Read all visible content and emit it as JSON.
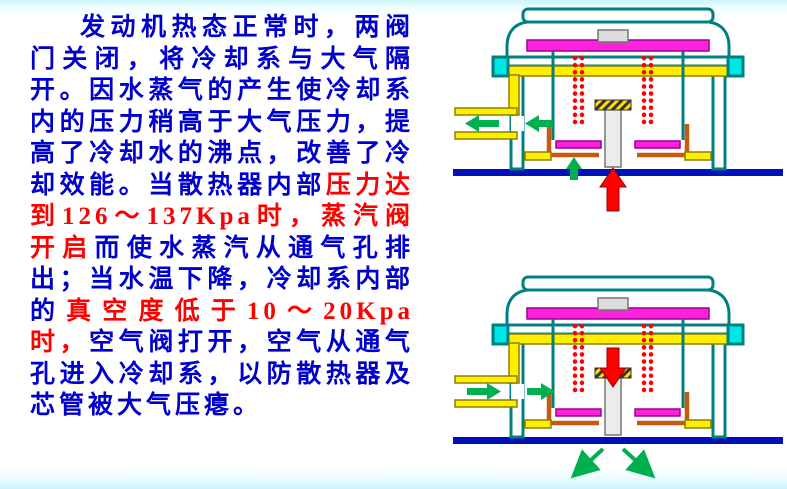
{
  "palette": {
    "text_blue": "#0000CC",
    "text_red": "#FF0000",
    "background_edge": "#C8F4FA",
    "diagram_teal": "#008080",
    "diagram_yellow": "#FFEE00",
    "diagram_olive": "#8B8000",
    "diagram_cyan": "#00E5E5",
    "diagram_magenta": "#FF22DD",
    "diagram_purple": "#990099",
    "diagram_orange": "#C55A11",
    "diagram_blue_base": "#0011BB",
    "arrow_red": "#FF0000",
    "arrow_green": "#00B050"
  },
  "text": {
    "segments": [
      {
        "color": "blue",
        "text": "发动机热态正常时，两阀门关闭，将冷却系与大气隔开。因水蒸气的产生使冷却系内的压力稍高于大气压力，提高了冷却水的沸点，改善了冷却效能。当散热器内部"
      },
      {
        "color": "red",
        "text": "压力达到126～137Kpa时，蒸汽阀开启"
      },
      {
        "color": "blue",
        "text": "而使水蒸汽从通气孔排出；当水温下降，冷却系内部的"
      },
      {
        "color": "red",
        "text": "真空度低于10～20Kpa时，"
      },
      {
        "color": "blue",
        "text": "空气阀打开，空气从通气孔进入冷却系，以防散热器及芯管被大气压瘪。"
      }
    ]
  },
  "diagrams": {
    "top": {
      "id": "steam-valve-open",
      "red_arrow_direction": "up",
      "green_flow": "steam escapes left through vent pipe"
    },
    "bottom": {
      "id": "air-valve-open",
      "red_arrow_direction": "down",
      "green_flow": "air enters right through vent pipe and flows down into radiator"
    }
  }
}
